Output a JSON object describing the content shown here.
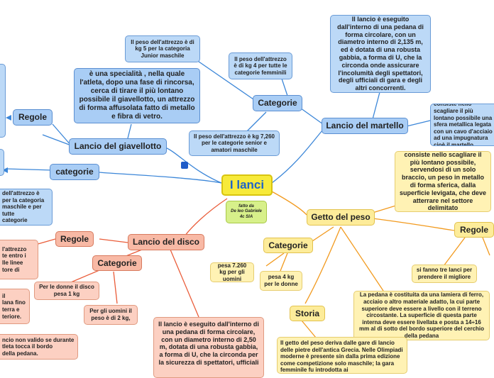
{
  "center": {
    "title": "I lanci",
    "credit": "fatto da\nDe leo Gabriele\n4c SIA"
  },
  "giavellotto": {
    "title": "Lancio del giavellotto",
    "description": "è una specialità , nella quale l'atleta, dopo una fase di rincorsa, cerca di tirare il più lontano possibile il giavellotto, un attrezzo di forma affusolata fatto di metallo e fibra di vetro.",
    "regole": "Regole",
    "categorie": "categorie",
    "cat_text": "Il peso dell'attrezzo è\nper la categoria\nmaschile e per tutte\ncategorie femminili"
  },
  "martello": {
    "title": "Lancio del martello",
    "categorie": "Categorie",
    "cat_senior": "Il peso dell'attrezzo è kg 7,260 per le categorie senior e amatori maschile",
    "cat_junior": "Il peso dell'attrezzo è di kg 5 per la categoria Junior maschile",
    "cat_femminili": "Il peso dell'attrezzo è di kg 4 per tutte le categorie femminili",
    "description": "Il lancio è eseguito dall'interno di una pedana di forma circolare, con un diametro interno di 2,135 m, ed è dotata di una robusta gabbia, a forma di U, che la circonda onde assicurare l'incolumità degli spettatori, degli ufficiali di gara e degli altri concorrenti.",
    "side": "consiste nello scagliare il più lontano possibile una sfera metallica legata con un cavo d'acciaio ad una impugnatura cioè il martello."
  },
  "peso": {
    "title": "Getto del peso",
    "description": "consiste nello scagliare il più lontano possibile, servendosi di un solo braccio, un peso in metallo di forma sferica, dalla superficie levigata, che deve atterrare nel settore delimitato",
    "categorie": "Categorie",
    "cat_uomini": "pesa 7.260 kg per gli uomini",
    "cat_donne": "pesa 4 kg per le donne",
    "regole": "Regole",
    "regole_text": "si fanno tre lanci per prendere il migliore",
    "pedana": "La pedana è costituita da una lamiera di ferro, acciaio o altro materiale adatto, la cui parte superiore deve essere a livello con il terreno circostante. La superficie di questa parte interna deve essere livellata e posta a 14÷16 mm al di sotto del bordo superiore del cerchio della pedana",
    "storia": "Storia",
    "storia_text": "Il getto del peso deriva dalle gare di lancio delle pietre dell'antica Grecia. Nelle Olimpiadi moderne è presente sin dalla prima edizione come competizione solo maschile; la gara femminile fu introdotta ai"
  },
  "disco": {
    "title": "Lancio del disco",
    "regole": "Regole",
    "regole_text": "l'attrezzo\nte entro i\nlle linee\ntore di",
    "categorie": "Categorie",
    "cat_donne": "Per le donne il disco pesa 1 kg",
    "cat_uomini": "Per gli uomini il peso è di 2 kg,",
    "left_text": "il\nlana fino\nterra e\nteriore.",
    "rule_text": "ncio non valido se durante\ntleta tocca il bordo\ndella pedana.",
    "description": "Il lancio è eseguito dall'interno di una pedana di forma circolare, con un diametro interno di 2,50 m, dotata di una robusta gabbia, a forma di U, che la circonda per la sicurezza di spettatori, ufficiali"
  }
}
